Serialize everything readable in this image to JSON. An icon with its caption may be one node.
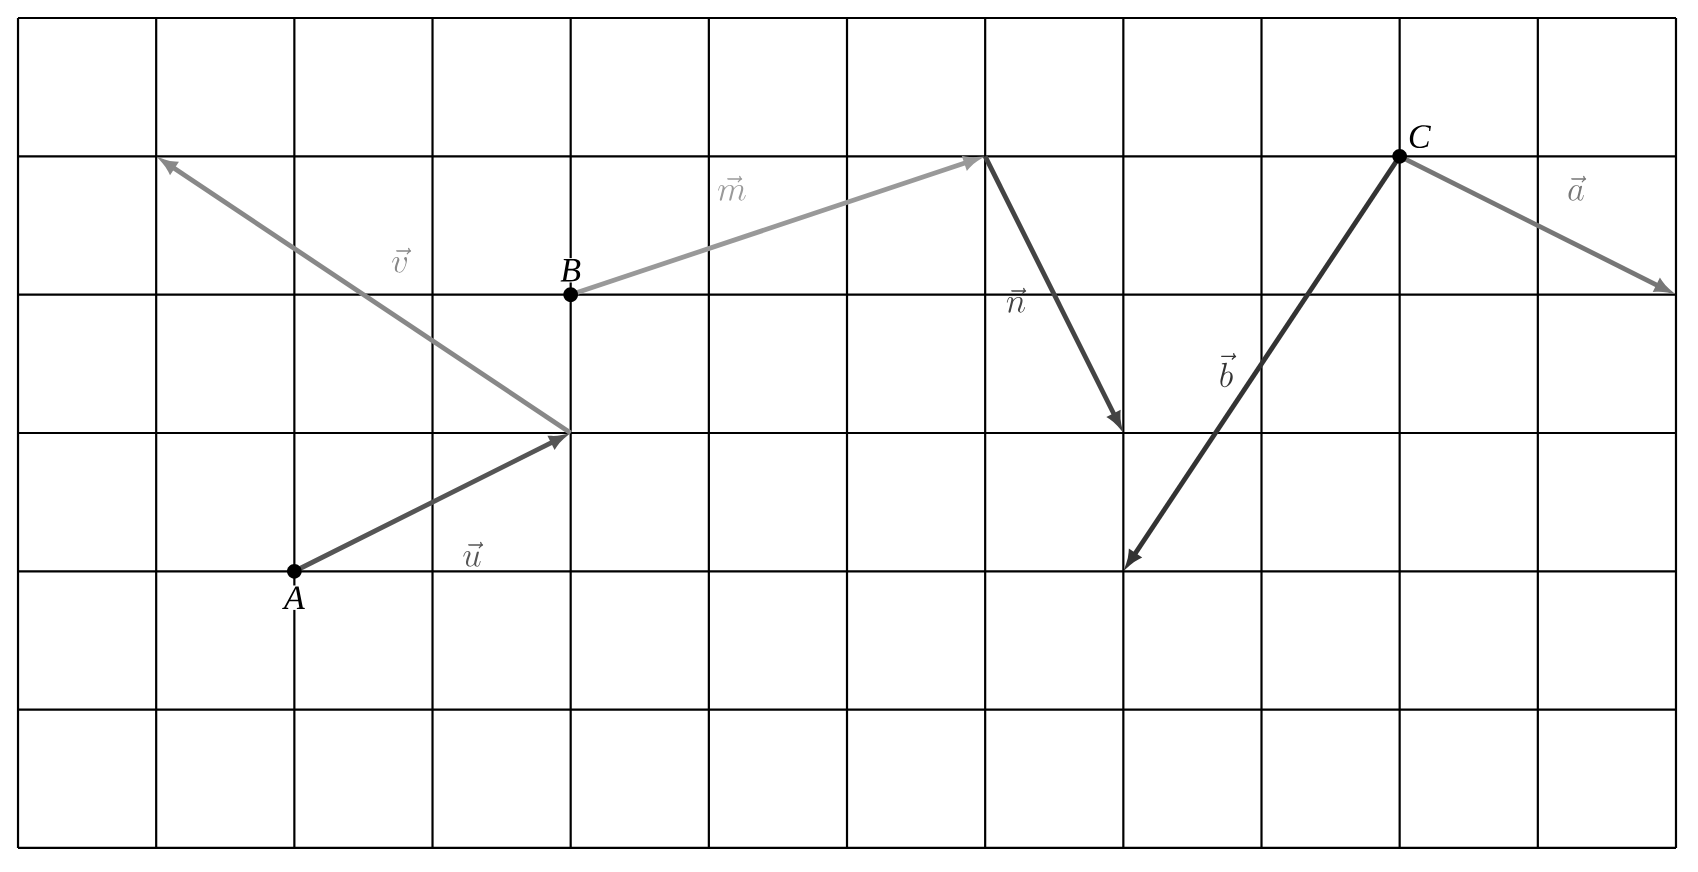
{
  "diagram": {
    "nodes": [
      {
        "text": [],
        "shape": "circle",
        "beside": [
          "A"
        ]
      },
      {
        "text": [],
        "shape": "circle",
        "beside": [
          "B"
        ]
      },
      {
        "text": [],
        "shape": "circle",
        "beside": [
          "C"
        ]
      }
    ],
    "labels": [
      "\\vec{m}",
      "\\vec{a}",
      "\\vec{v}",
      "\\vec{n}",
      "\\vec{b}",
      "\\vec{u}"
    ]
  }
}
